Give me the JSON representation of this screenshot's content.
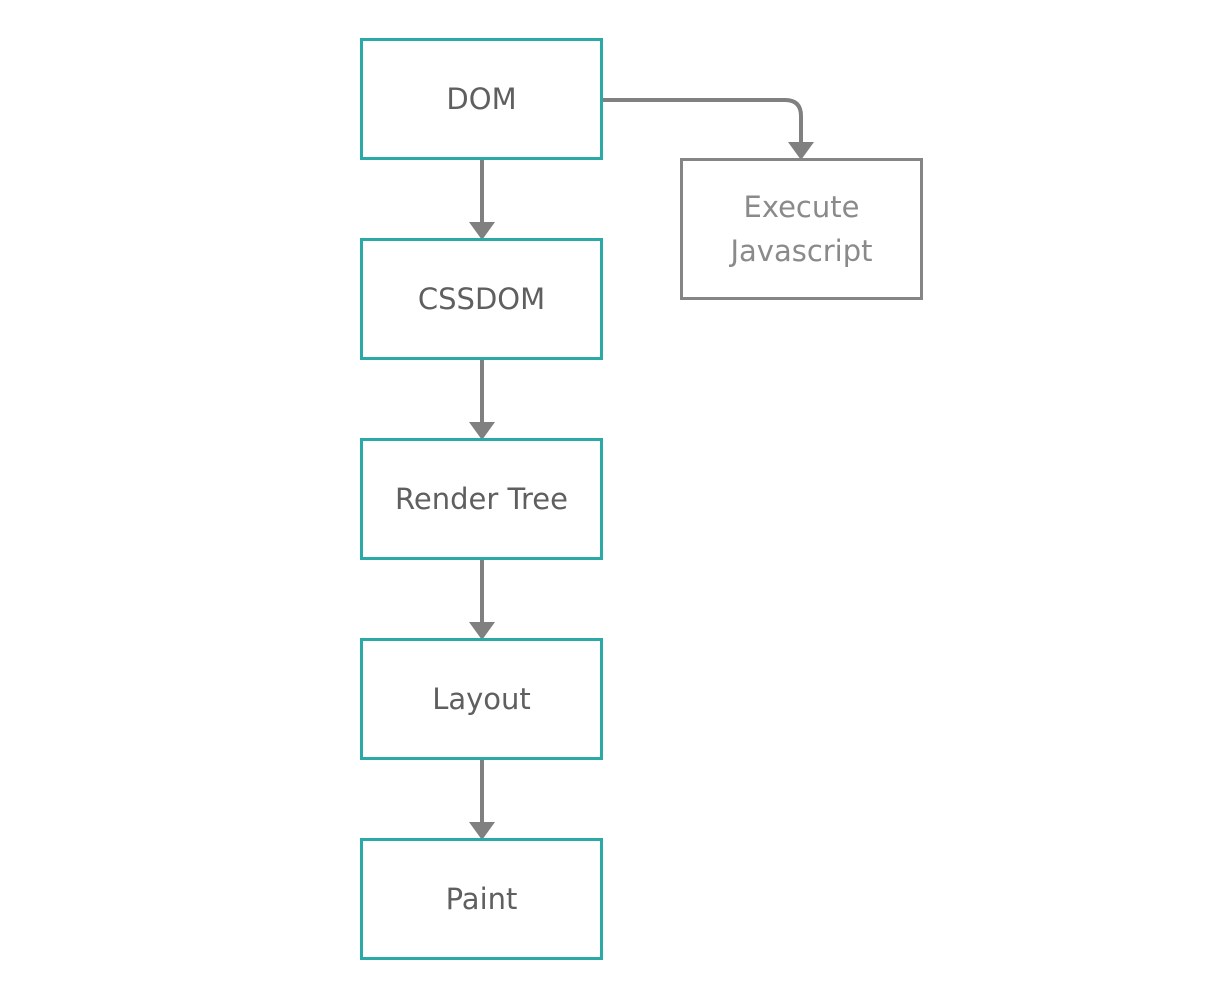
{
  "colors": {
    "primary_border": "#2aa9a6",
    "secondary_border": "#858585",
    "edge": "#808080",
    "text": "#5f5f5f",
    "muted_text": "#8a8a8a"
  },
  "nodes": {
    "dom": "DOM",
    "cssdom": "CSSDOM",
    "render_tree": "Render Tree",
    "layout": "Layout",
    "paint": "Paint",
    "execute_javascript": "Execute Javascript"
  }
}
